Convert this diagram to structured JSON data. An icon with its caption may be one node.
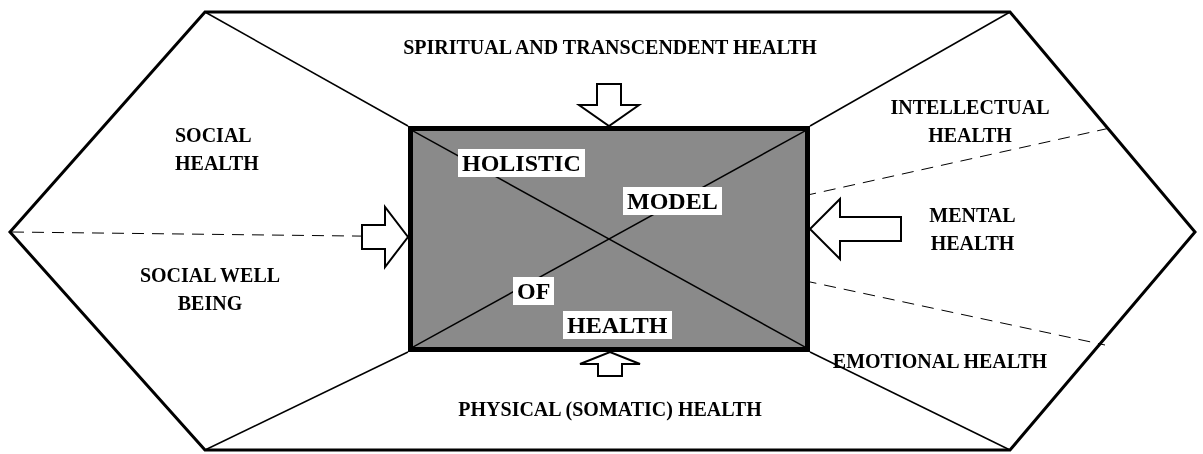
{
  "diagram": {
    "nodes": [
      {
        "text": [
          "HOLISTIC",
          "MODEL",
          "OF",
          "HEALTH"
        ]
      },
      {
        "text": [
          "SPIRITUAL AND TRANSCENDENT HEALTH"
        ]
      },
      {
        "text": [
          "SOCIAL HEALTH"
        ]
      },
      {
        "text": [
          "INTELLECTUAL HEALTH"
        ]
      },
      {
        "text": [
          "MENTAL HEALTH"
        ]
      },
      {
        "text": [
          "SOCIAL WELL BEING"
        ]
      },
      {
        "text": [
          "EMOTIONAL HEALTH"
        ]
      },
      {
        "text": [
          "PHYSICAL (SOMATIC) HEALTH"
        ]
      }
    ],
    "edges": [
      {
        "from": 1,
        "to": 0,
        "arrow": "to"
      },
      {
        "from": null,
        "to": 0,
        "arrow": "to"
      },
      {
        "from": 4,
        "to": 0,
        "arrow": "to"
      },
      {
        "from": 7,
        "to": 0,
        "arrow": "to"
      }
    ]
  }
}
